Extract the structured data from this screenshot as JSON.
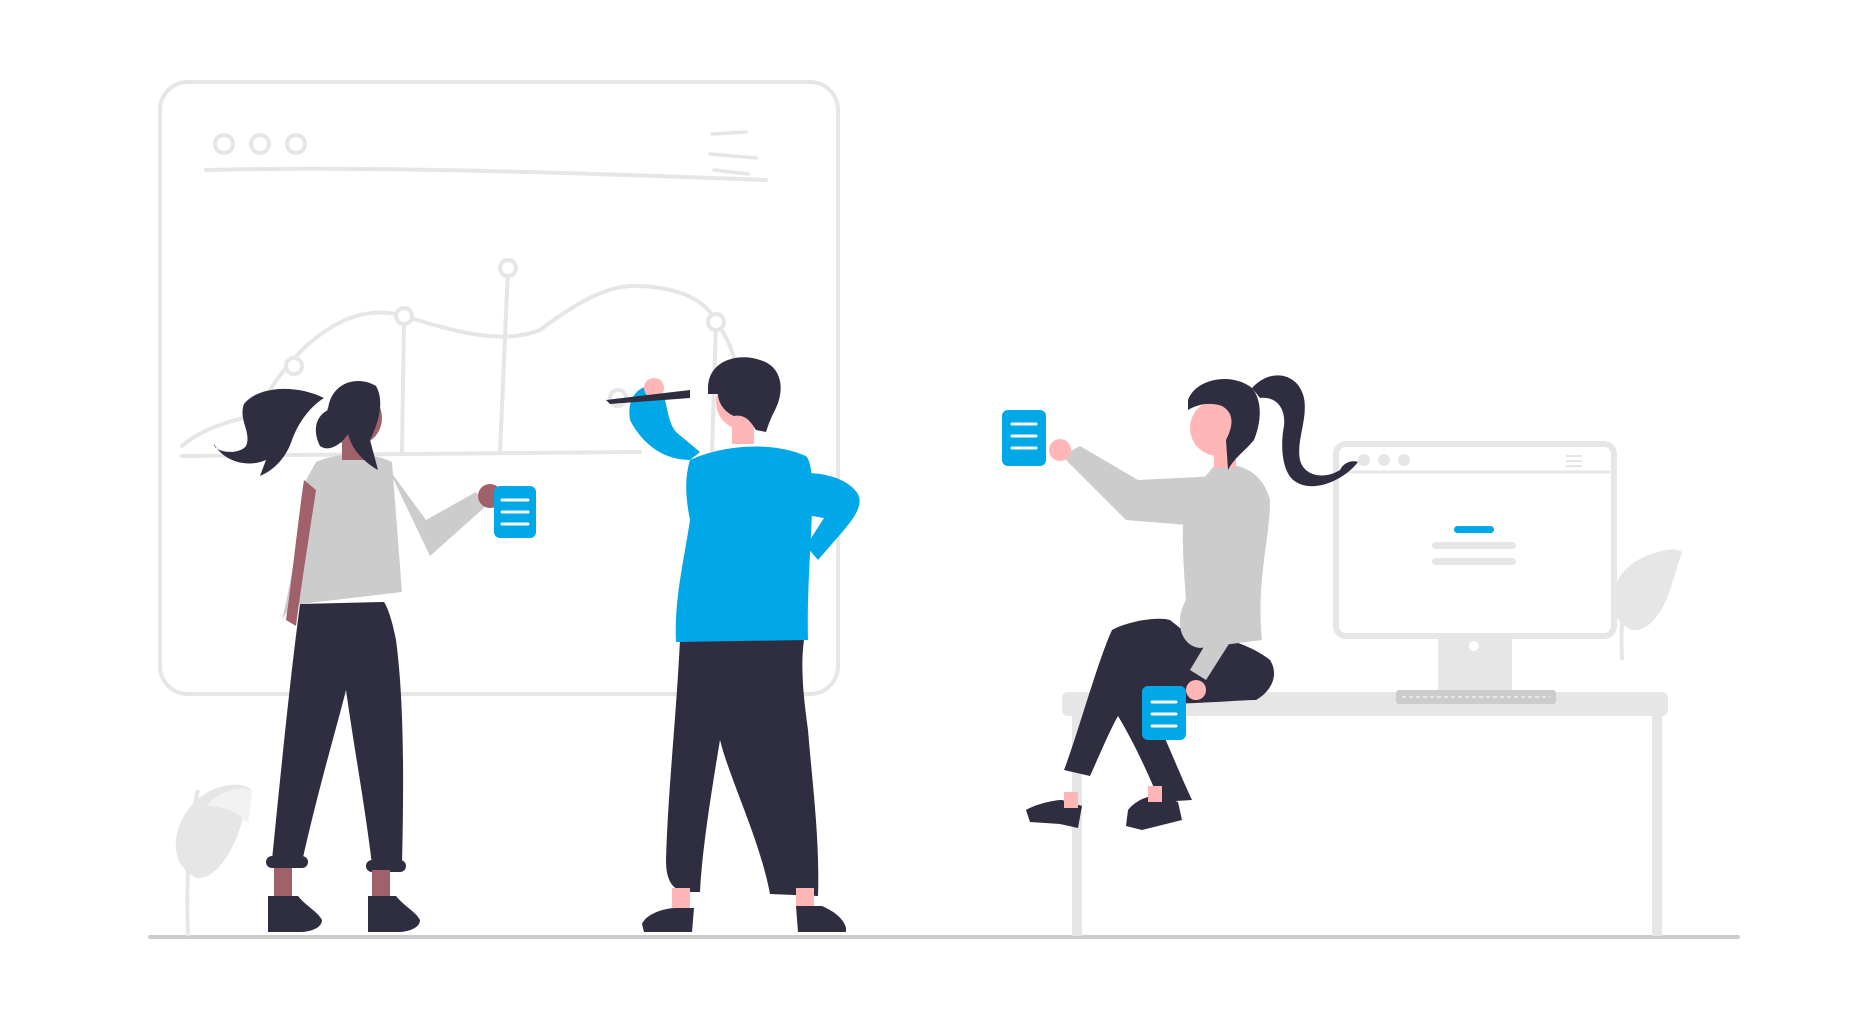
{
  "illustration": {
    "subject": "team-collaboration",
    "colors": {
      "accent": "#00A8E8",
      "dark": "#2F2E41",
      "light_gray": "#E6E6E6",
      "mid_gray": "#CCCCCC",
      "skin_light": "#FFB6B6",
      "skin_dark": "#A0616A",
      "background": "#FFFFFF"
    },
    "icons": [
      "browser-window",
      "chart-line",
      "sticky-note",
      "monitor",
      "keyboard",
      "leaf-plant",
      "marker"
    ]
  }
}
